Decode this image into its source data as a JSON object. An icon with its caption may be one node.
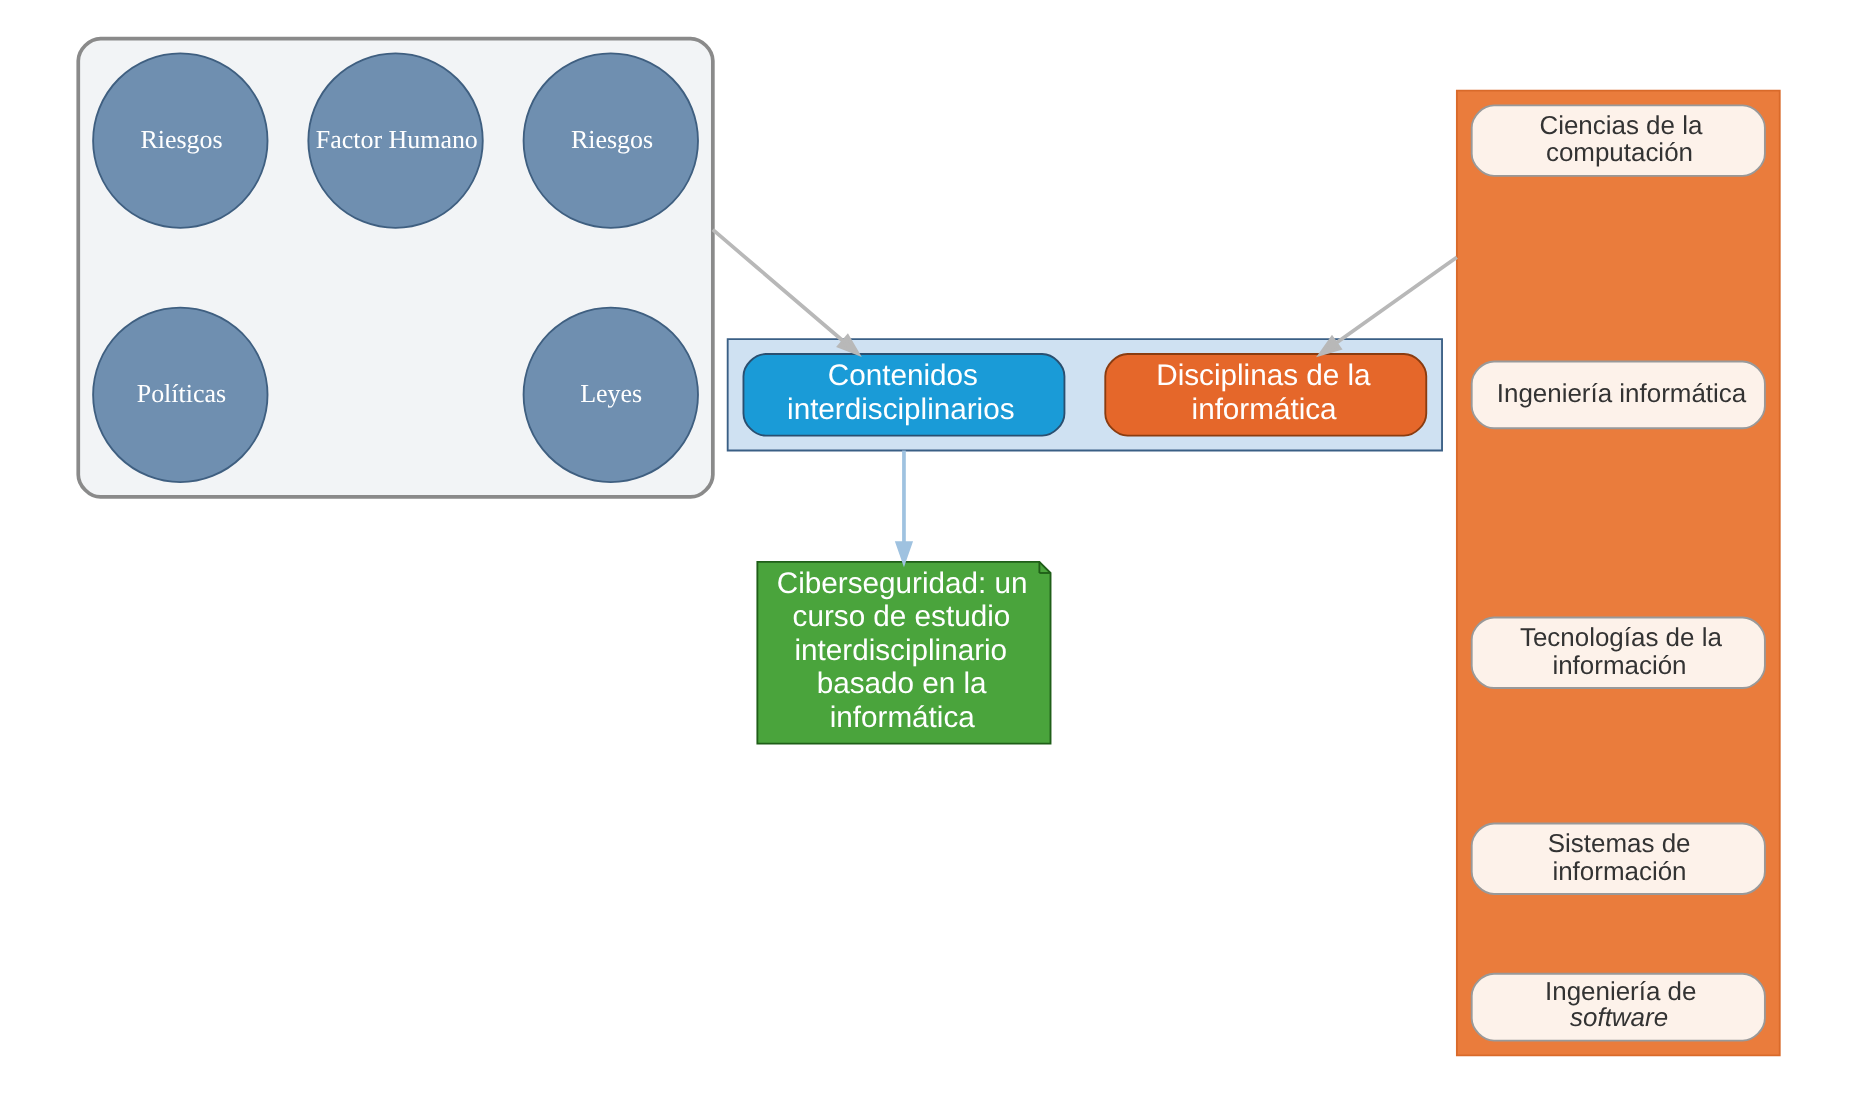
{
  "diagram": {
    "nodes": [
      {
        "text": [],
        "shape": "funnel"
      },
      {
        "text": [
          "Riesgos"
        ],
        "in": 0
      },
      {
        "text": [
          "Factor Humano"
        ],
        "in": 0
      },
      {
        "text": [
          "Riesgos"
        ],
        "in": 0
      },
      {
        "text": [
          "Leyes"
        ],
        "in": 0
      },
      {
        "text": [
          "Políticas"
        ],
        "in": 0
      },
      {
        "text": [],
        "shape": "triangle"
      },
      {
        "text": [
          "Ciencias de la computación"
        ],
        "in": 6
      },
      {
        "text": [
          "Ingeniería informática"
        ],
        "in": 6
      },
      {
        "text": [
          "Tecnologías de la información"
        ],
        "in": 6
      },
      {
        "text": [
          "Sistemas de información"
        ],
        "in": 6
      },
      {
        "text": [
          "Ingeniería de *software*"
        ],
        "in": 6
      },
      {
        "text": [],
        "shape": "arrow"
      },
      {
        "text": [
          "Contenidos interdisciplinarios"
        ],
        "in": 12
      },
      {
        "text": [
          "Disciplinas de la informática"
        ],
        "in": 12
      },
      {
        "text": [
          "Ciberseguridad: un curso de estudio interdisciplinario basado en la informática"
        ]
      }
    ],
    "edges": [
      {
        "from": 0,
        "to": 13,
        "arrow": "to"
      },
      {
        "from": 6,
        "to": 14,
        "arrow": "to"
      },
      {
        "from": 12,
        "to": 15,
        "arrow": "to",
        "color": "#9fc2e0"
      }
    ]
  }
}
